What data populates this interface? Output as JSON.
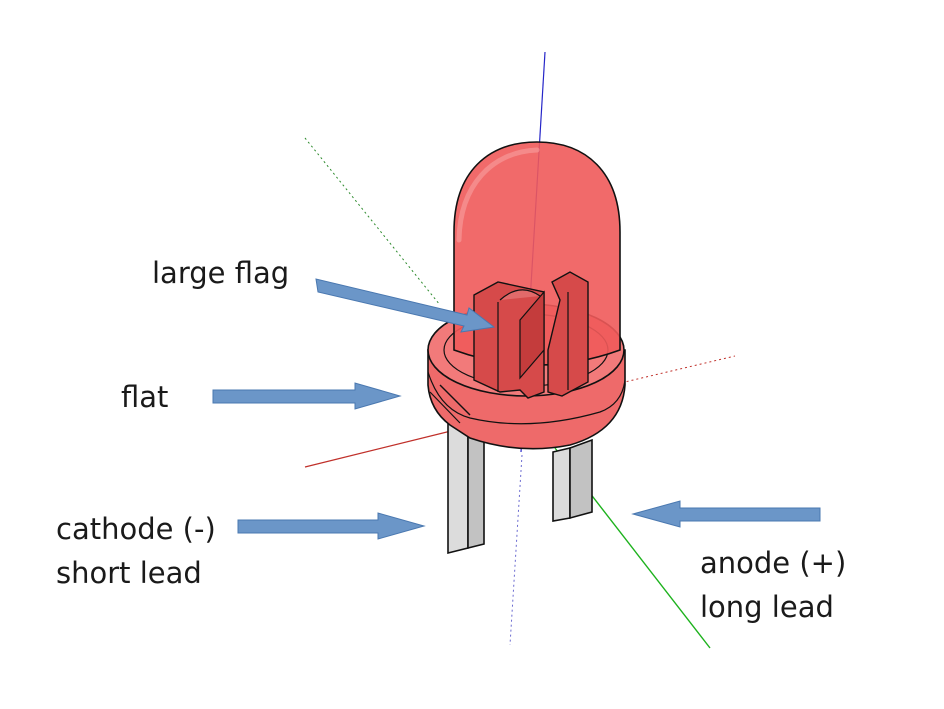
{
  "labels": {
    "large_flag": "large flag",
    "flat": "flat",
    "cathode_line1": "cathode (-)",
    "cathode_line2": "short lead",
    "anode_line1": "anode (+)",
    "anode_line2": "long lead"
  },
  "colors": {
    "led_body": "#f05a5a",
    "led_body_dark": "#d94545",
    "arrow": "#6b96c8",
    "lead": "#d4d4d4",
    "axis_red": "#c0302a",
    "axis_green": "#1db21d",
    "axis_blue": "#2525c8"
  }
}
